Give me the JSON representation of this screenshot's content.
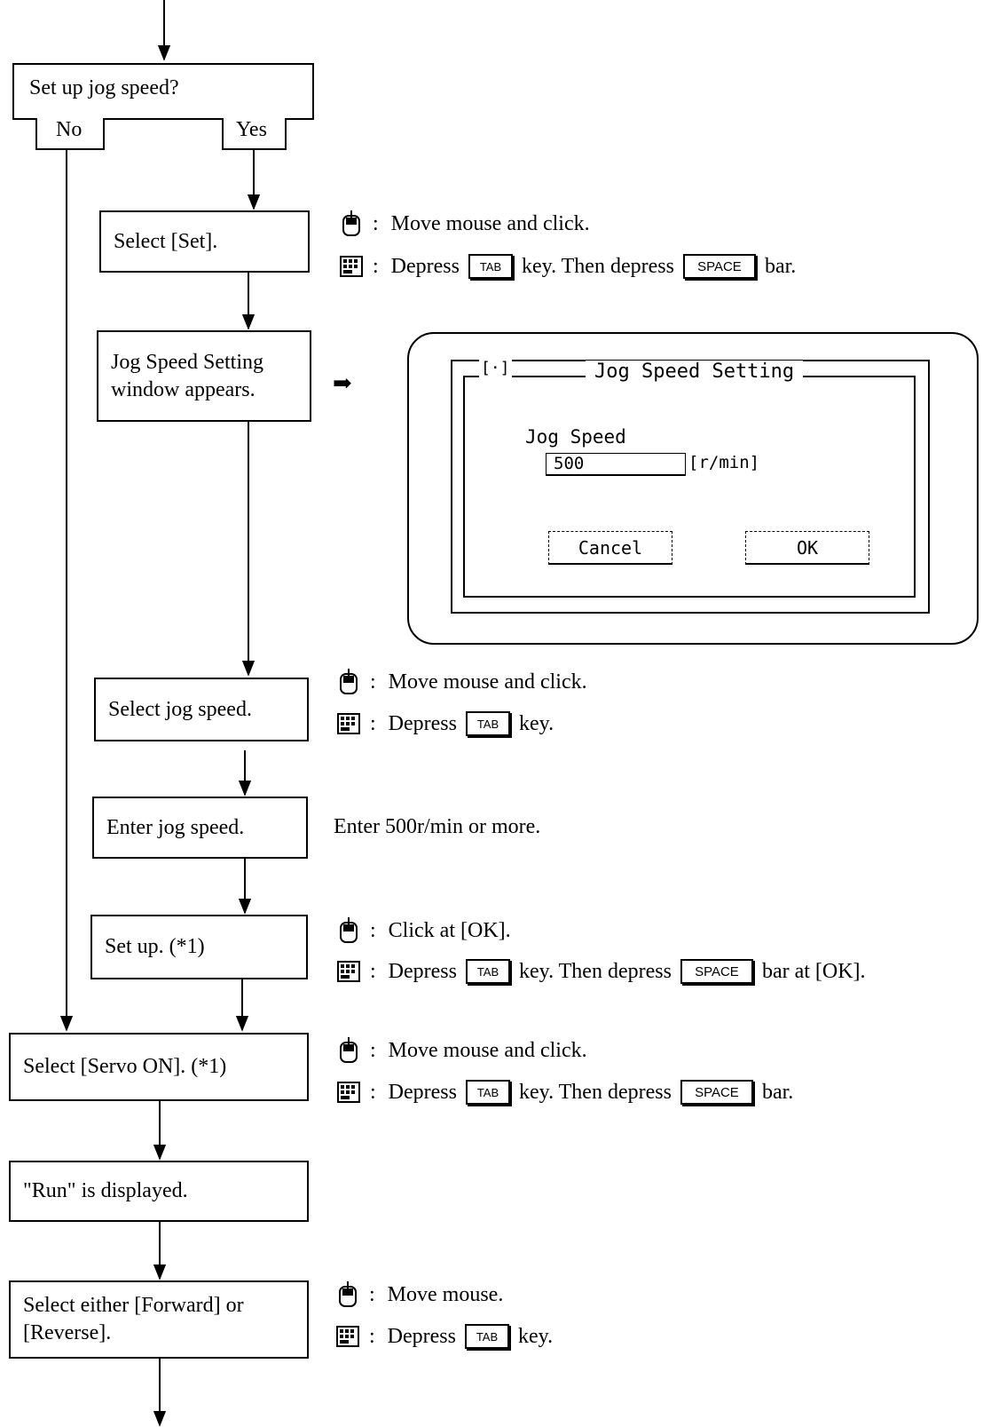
{
  "flow": {
    "decision": {
      "question": "Set up jog speed?",
      "no": "No",
      "yes": "Yes"
    },
    "select_set": "Select [Set].",
    "window_appears": "Jog Speed Setting window appears.",
    "select_jog_speed": "Select jog speed.",
    "enter_jog_speed": "Enter jog speed.",
    "set_up": "Set up.  (*1)",
    "select_servo_on": "Select [Servo ON].  (*1)",
    "run_displayed": "\"Run\" is displayed.",
    "select_fwd_rev": "Select either [Forward] or [Reverse]."
  },
  "instructions": {
    "set": {
      "mouse": "Move mouse and click.",
      "kb_pre": "Depress",
      "kb_mid": "key.  Then depress",
      "kb_post": "bar."
    },
    "jog": {
      "mouse": "Move mouse and click.",
      "kb_pre": "Depress",
      "kb_post": "key."
    },
    "enter": "Enter 500r/min or more.",
    "setup": {
      "mouse": "Click at [OK].",
      "kb_pre": "Depress",
      "kb_mid": "key.  Then depress",
      "kb_post": "bar at [OK]."
    },
    "servo": {
      "mouse": "Move mouse and click.",
      "kb_pre": "Depress",
      "kb_mid": "key.  Then depress",
      "kb_post": "bar."
    },
    "fwd": {
      "mouse": "Move mouse.",
      "kb_pre": "Depress",
      "kb_post": "key."
    }
  },
  "separator": ":",
  "keys": {
    "tab": "TAB",
    "space": "SPACE"
  },
  "icons": {
    "mouse": "mouse-icon",
    "keyboard": "keyboard-icon",
    "arrow": "right-arrow-icon"
  },
  "arrow_glyph": "➡",
  "dialog": {
    "title": "Jog Speed Setting",
    "close_mark": "[·]",
    "field_label": "Jog Speed",
    "value": "500",
    "unit": "[r/min]",
    "cancel": "Cancel",
    "ok": "OK"
  }
}
